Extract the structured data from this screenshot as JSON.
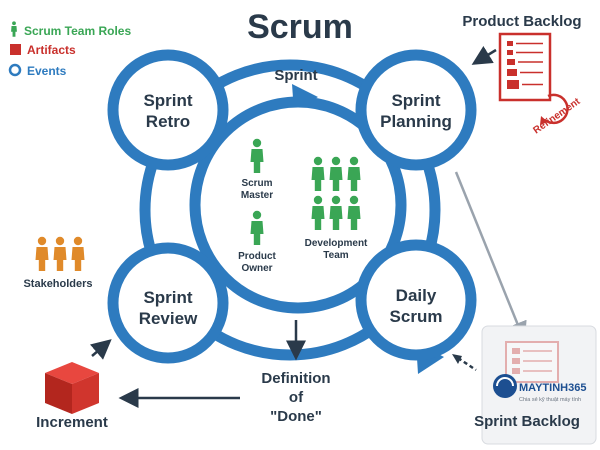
{
  "title": "Scrum",
  "legend": [
    {
      "label": "Scrum Team Roles",
      "color": "#3aa655",
      "shape": "person-icon"
    },
    {
      "label": "Artifacts",
      "color": "#c9302c",
      "shape": "square-icon"
    },
    {
      "label": "Events",
      "color": "#2e7bbf",
      "shape": "ring-icon"
    }
  ],
  "sprint_label": "Sprint",
  "events": {
    "retro": [
      "Sprint",
      "Retro"
    ],
    "planning": [
      "Sprint",
      "Planning"
    ],
    "review": [
      "Sprint",
      "Review"
    ],
    "daily": [
      "Daily",
      "Scrum"
    ]
  },
  "roles": {
    "scrum_master": [
      "Scrum",
      "Master"
    ],
    "product_owner": [
      "Product",
      "Owner"
    ],
    "dev_team": [
      "Development",
      "Team"
    ]
  },
  "stakeholders_label": "Stakeholders",
  "product_backlog_label": "Product Backlog",
  "refinement_label": "Refinement",
  "definition_of_done": [
    "Definition",
    "of",
    "\"Done\""
  ],
  "increment_label": "Increment",
  "sprint_backlog_label": "Sprint Backlog",
  "watermark": {
    "brand": "MAYTINH365",
    "tagline": "Chia sẻ kỹ thuật máy tính"
  },
  "colors": {
    "blue": "#2e7bbf",
    "dark": "#2a3a4a",
    "green": "#3aa655",
    "orange": "#e08a2a",
    "red": "#c9302c"
  }
}
